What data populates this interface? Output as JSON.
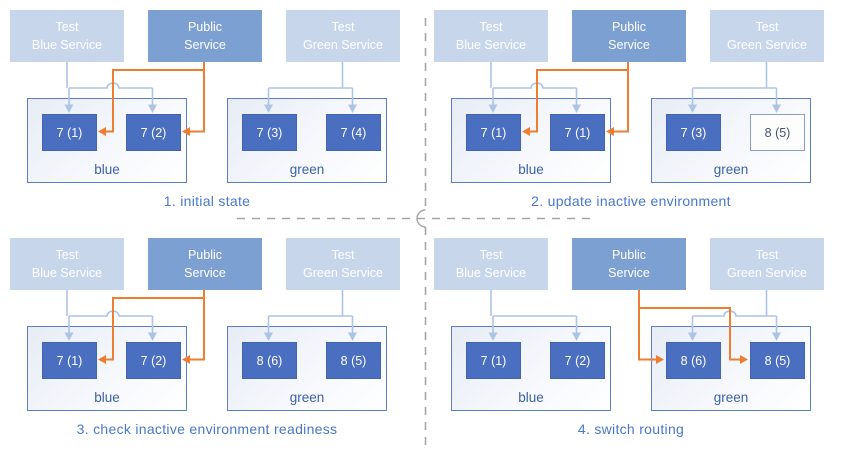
{
  "diagram": "blue-green deployment routing steps",
  "colors": {
    "public_route_accent": "#ed7d31",
    "test_route_accent": "#aec4e6",
    "active_pod_fill": "#4a6ec0",
    "inactive_pod_border": "#8b9fc4",
    "service_light_fill": "#c8d6ec",
    "service_dark_fill": "#7da0d2",
    "caption_text": "#4a77cc",
    "divider_gray": "#a6a6a6"
  },
  "panels": [
    {
      "caption": "1. initial state",
      "services": [
        {
          "line1": "Test",
          "line2": "Blue Service"
        },
        {
          "line1": "Public",
          "line2": "Service"
        },
        {
          "line1": "Test",
          "line2": "Green Service"
        }
      ],
      "environments": [
        {
          "label": "blue",
          "pods": [
            {
              "label": "7 (1)",
              "state": "filled"
            },
            {
              "label": "7 (2)",
              "state": "filled"
            }
          ]
        },
        {
          "label": "green",
          "pods": [
            {
              "label": "7 (3)",
              "state": "filled"
            },
            {
              "label": "7 (4)",
              "state": "filled"
            }
          ]
        }
      ],
      "public_route_target": "blue"
    },
    {
      "caption": "2. update inactive environment",
      "services": [
        {
          "line1": "Test",
          "line2": "Blue Service"
        },
        {
          "line1": "Public",
          "line2": "Service"
        },
        {
          "line1": "Test",
          "line2": "Green Service"
        }
      ],
      "environments": [
        {
          "label": "blue",
          "pods": [
            {
              "label": "7 (1)",
              "state": "filled"
            },
            {
              "label": "7 (1)",
              "state": "filled"
            }
          ]
        },
        {
          "label": "green",
          "pods": [
            {
              "label": "7 (3)",
              "state": "filled"
            },
            {
              "label": "8 (5)",
              "state": "outline"
            }
          ]
        }
      ],
      "public_route_target": "blue"
    },
    {
      "caption": "3. check inactive environment readiness",
      "services": [
        {
          "line1": "Test",
          "line2": "Blue Service"
        },
        {
          "line1": "Public",
          "line2": "Service"
        },
        {
          "line1": "Test",
          "line2": "Green Service"
        }
      ],
      "environments": [
        {
          "label": "blue",
          "pods": [
            {
              "label": "7 (1)",
              "state": "filled"
            },
            {
              "label": "7 (2)",
              "state": "filled"
            }
          ]
        },
        {
          "label": "green",
          "pods": [
            {
              "label": "8 (6)",
              "state": "filled"
            },
            {
              "label": "8 (5)",
              "state": "filled"
            }
          ]
        }
      ],
      "public_route_target": "blue"
    },
    {
      "caption": "4. switch routing",
      "services": [
        {
          "line1": "Test",
          "line2": "Blue Service"
        },
        {
          "line1": "Public",
          "line2": "Service"
        },
        {
          "line1": "Test",
          "line2": "Green Service"
        }
      ],
      "environments": [
        {
          "label": "blue",
          "pods": [
            {
              "label": "7 (1)",
              "state": "filled"
            },
            {
              "label": "7 (2)",
              "state": "filled"
            }
          ]
        },
        {
          "label": "green",
          "pods": [
            {
              "label": "8 (6)",
              "state": "filled"
            },
            {
              "label": "8 (5)",
              "state": "filled"
            }
          ]
        }
      ],
      "public_route_target": "green"
    }
  ]
}
